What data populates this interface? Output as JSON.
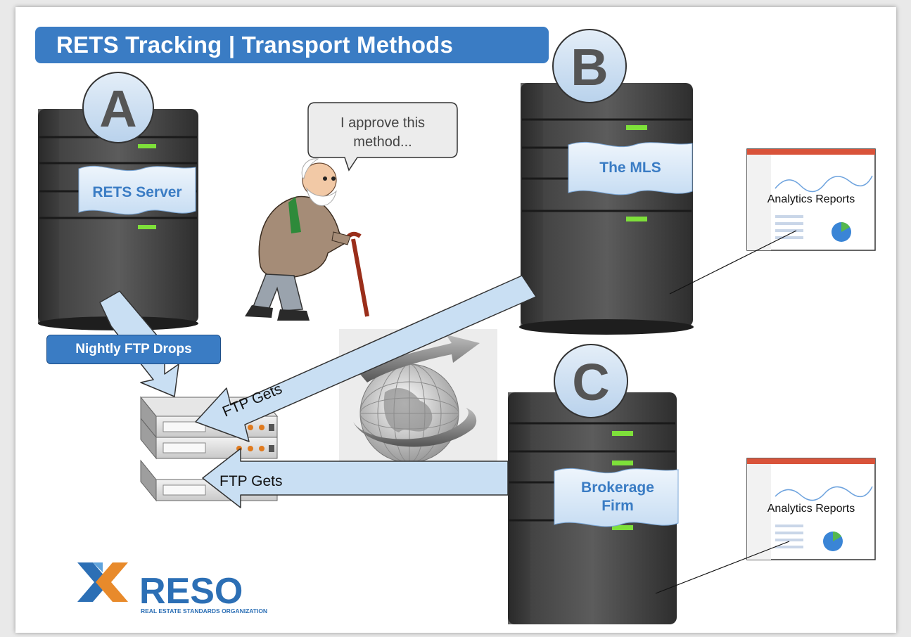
{
  "title": "RETS Tracking | Transport Methods",
  "nodes": {
    "a": {
      "letter": "A",
      "label": "RETS Server"
    },
    "b": {
      "letter": "B",
      "label": "The MLS"
    },
    "c": {
      "letter": "C",
      "label_line1": "Brokerage",
      "label_line2": "Firm"
    }
  },
  "speech_bubble": {
    "line1": "I approve this",
    "line2": "method..."
  },
  "nightly_label": "Nightly FTP Drops",
  "ftp_gets_upper": "FTP Gets",
  "ftp_gets_lower": "FTP Gets",
  "analytics_top": "Analytics Reports",
  "analytics_bottom": "Analytics Reports",
  "logo": {
    "name": "RESO",
    "tagline": "REAL ESTATE STANDARDS ORGANIZATION"
  },
  "colors": {
    "accent": "#3a7cc4",
    "arrow_fill": "#c9dff3",
    "led": "#7ee03a"
  }
}
